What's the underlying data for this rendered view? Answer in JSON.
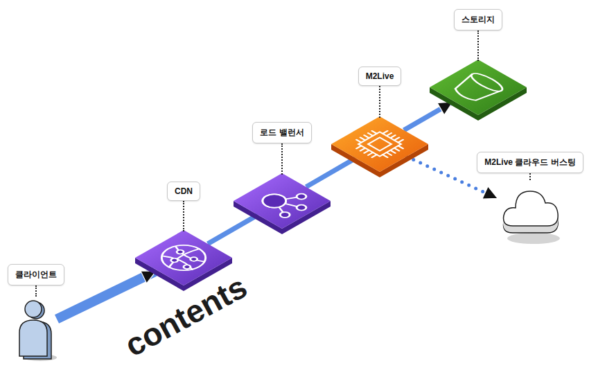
{
  "diagram": {
    "nodes": [
      {
        "text": [
          "클라이언트"
        ]
      },
      {
        "text": [
          "CDN"
        ]
      },
      {
        "text": [
          "로드 밸런서"
        ]
      },
      {
        "text": [
          "M2Live"
        ]
      },
      {
        "text": [
          "스토리지"
        ]
      },
      {
        "text": [
          "M2Live 클라우드 버스팅"
        ]
      }
    ],
    "edges": [
      {
        "from": 0,
        "to": 1,
        "arrow": "to"
      },
      {
        "from": 1,
        "to": 2,
        "arrow": "none"
      },
      {
        "from": 2,
        "to": 3,
        "arrow": "none"
      },
      {
        "from": 3,
        "to": 4,
        "arrow": "to"
      },
      {
        "from": 3,
        "to": 5,
        "arrow": "to"
      }
    ],
    "labels": [
      "contents"
    ]
  }
}
